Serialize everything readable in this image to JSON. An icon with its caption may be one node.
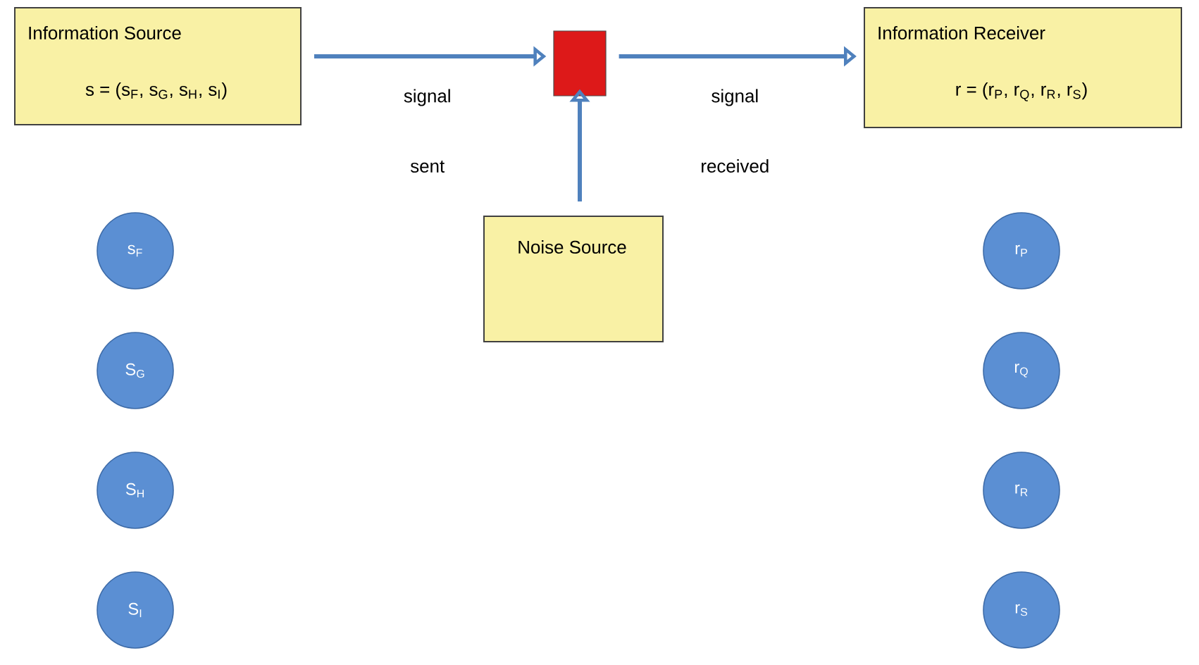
{
  "diagram": {
    "nodes": [
      {
        "text": [
          "Information Source",
          "s = (s$_{F}$, s$_{G}$, s$_{H}$, s$_{I}$)"
        ]
      },
      {
        "text": [],
        "shape": "box"
      },
      {
        "text": [
          "Information Receiver",
          "r = (r$_{P}$, r$_{Q}$, r$_{R}$, r$_{S}$)"
        ]
      },
      {
        "text": [
          "Noise Source"
        ]
      },
      {
        "text": [
          "s$_{F}$"
        ]
      },
      {
        "text": [
          "S$_{G}$"
        ]
      },
      {
        "text": [
          "S$_{H}$"
        ]
      },
      {
        "text": [
          "S$_{I}$"
        ]
      },
      {
        "text": [
          "r$_{P}$"
        ]
      },
      {
        "text": [
          "r$_{Q}$"
        ]
      },
      {
        "text": [
          "r$_{R}$"
        ]
      },
      {
        "text": [
          "r$_{S}$"
        ]
      }
    ],
    "edges": [
      {
        "from": 0,
        "to": 1,
        "arrow": "to",
        "label": "signal sent"
      },
      {
        "from": 1,
        "to": 2,
        "arrow": "to",
        "label": "signal received"
      },
      {
        "from": 3,
        "to": 1,
        "arrow": "to"
      }
    ]
  }
}
